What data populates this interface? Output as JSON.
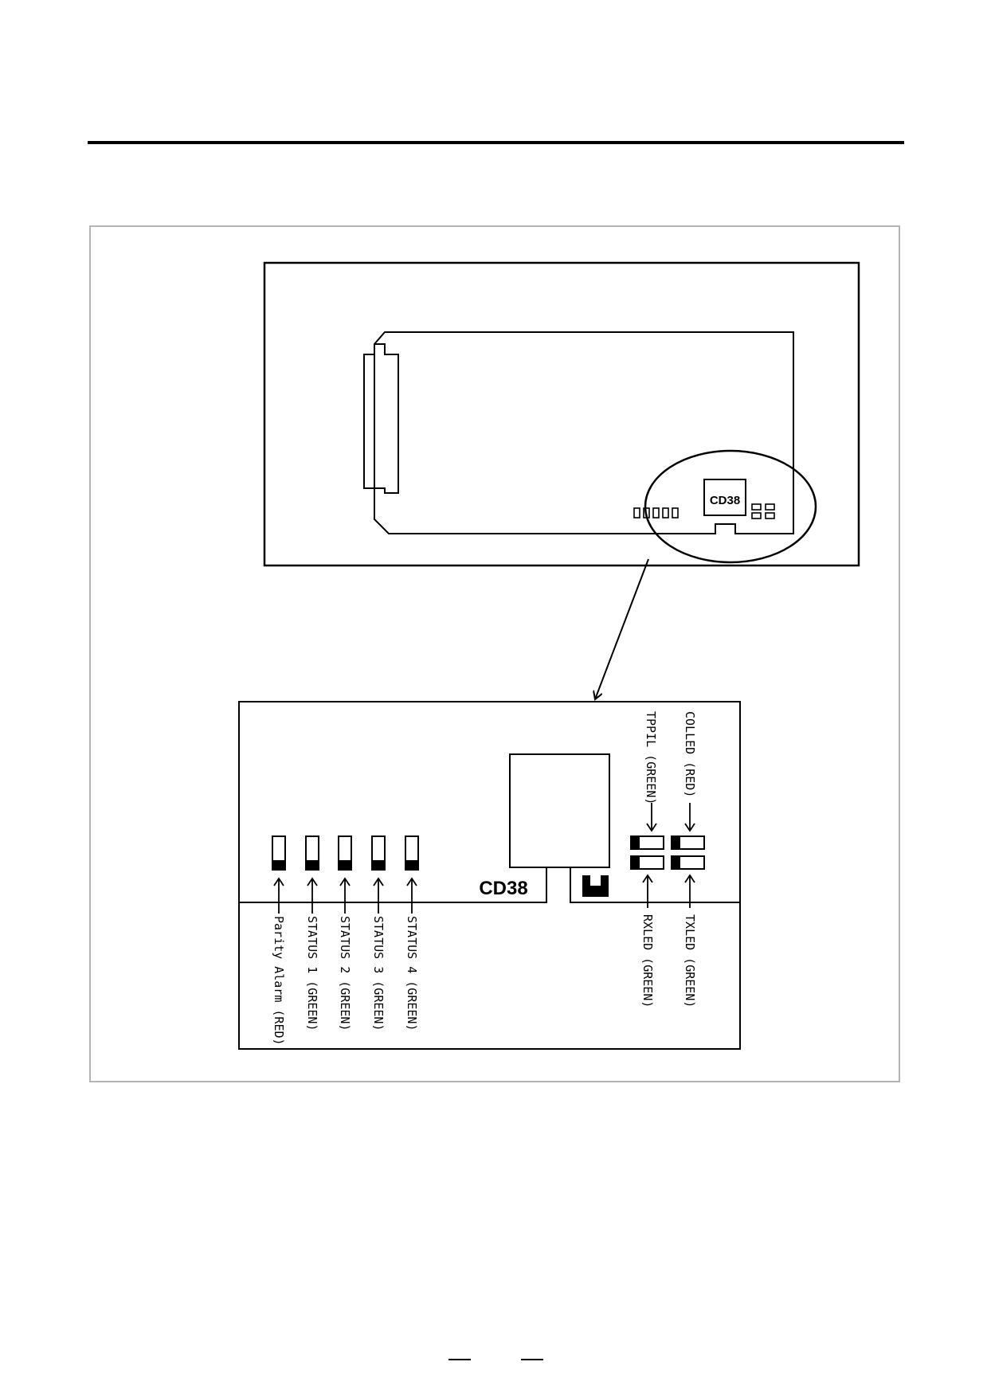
{
  "overview": {
    "connector_label": "CD38",
    "led_row_count": 5
  },
  "detail": {
    "connector_label": "CD38",
    "status_leds": [
      {
        "label": "Parity Alarm (RED)"
      },
      {
        "label": "STATUS 1 (GREEN)"
      },
      {
        "label": "STATUS 2 (GREEN)"
      },
      {
        "label": "STATUS 3 (GREEN)"
      },
      {
        "label": "STATUS 4 (GREEN)"
      }
    ],
    "network_leds": {
      "tppil": "TPPIL (GREEN)",
      "colled": "COLLED (RED)",
      "rxled": "RXLED (GREEN)",
      "txled": "TXLED (GREEN)"
    }
  },
  "colors": {
    "line": "#000000",
    "frame": "#b4b4b4"
  }
}
